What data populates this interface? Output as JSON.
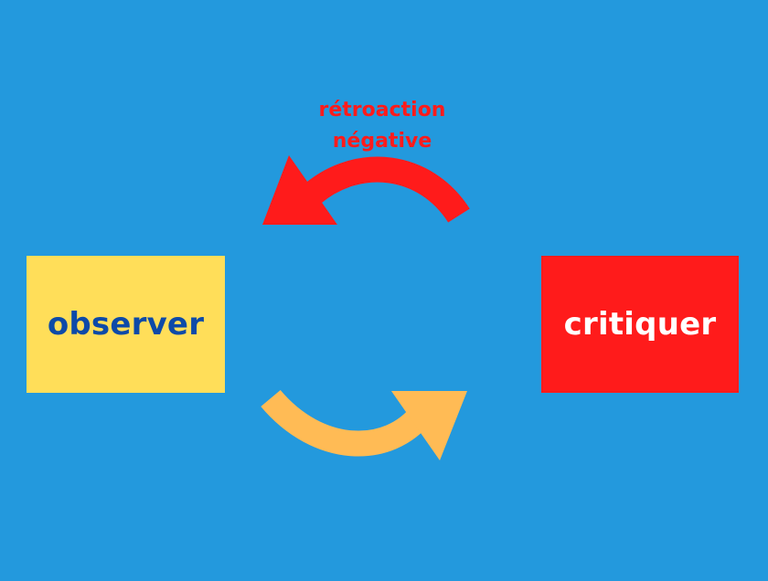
{
  "diagram": {
    "nodes": {
      "observer": {
        "label": "observer"
      },
      "critiquer": {
        "label": "critiquer"
      }
    },
    "feedback": {
      "line1": "rétroaction",
      "line2": "négative"
    },
    "colors": {
      "background": "#2399dd",
      "observer_fill": "#ffde59",
      "observer_text": "#0d4aa8",
      "critiquer_fill": "#ff1b1b",
      "critiquer_text": "#ffffff",
      "feedback_arrow": "#ff1b1b",
      "forward_arrow": "#ffbb55"
    },
    "arrows": [
      {
        "name": "feedback-arrow",
        "direction": "critiquer-to-observer",
        "color": "red"
      },
      {
        "name": "forward-arrow",
        "direction": "observer-to-critiquer",
        "color": "orange"
      }
    ]
  }
}
